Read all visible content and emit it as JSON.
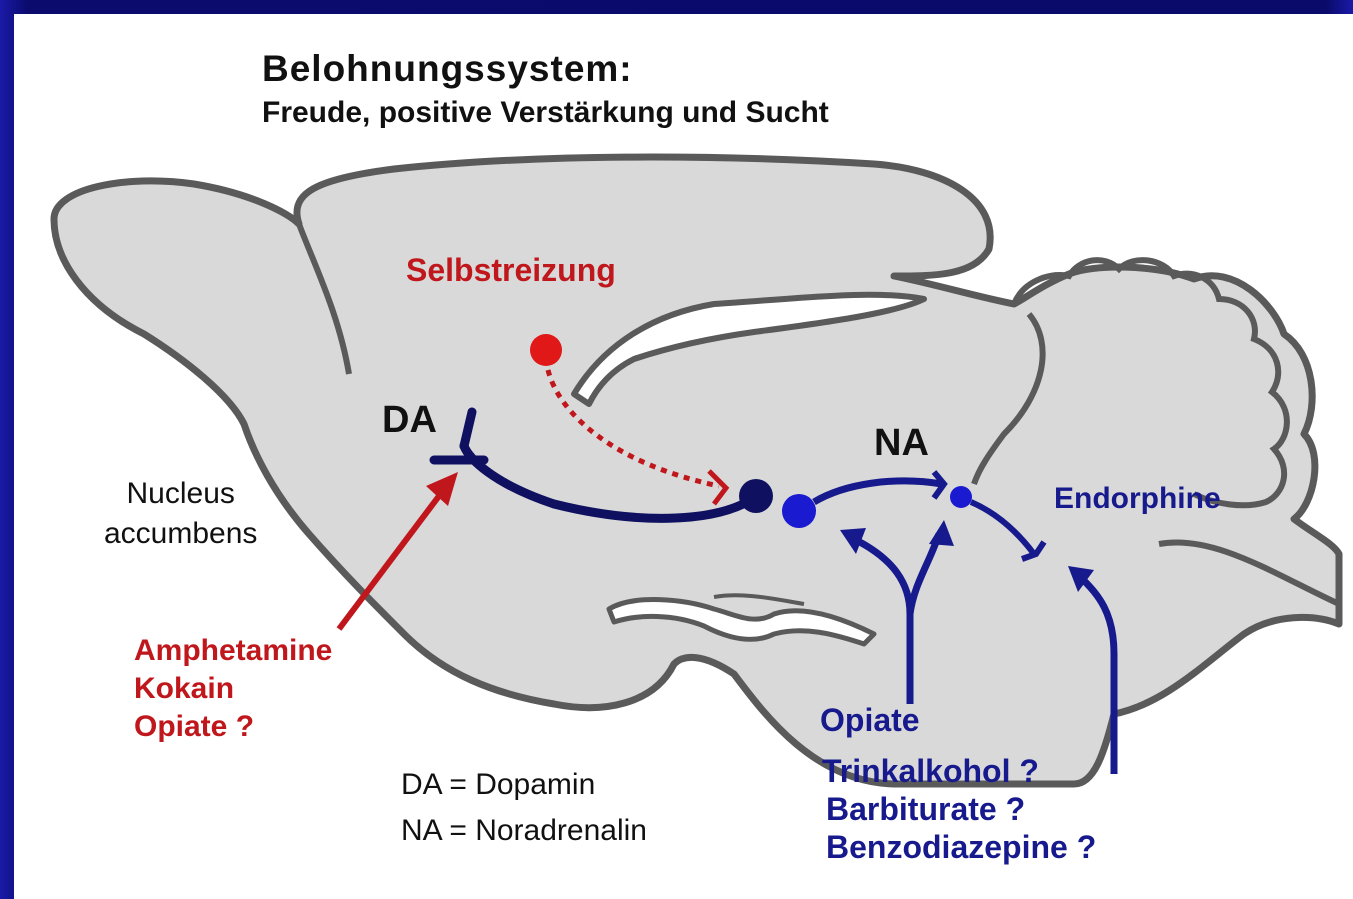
{
  "title": "Belohnungssystem:",
  "subtitle": "Freude, positive Verstärkung und Sucht",
  "labels": {
    "self_stimulation": "Selbstreizung",
    "da": "DA",
    "na": "NA",
    "endorphine": "Endorphine",
    "nucleus_line1": "Nucleus",
    "nucleus_line2": "accumbens"
  },
  "red_substances": [
    "Amphetamine",
    "Kokain",
    "Opiate ?"
  ],
  "legend": [
    "DA = Dopamin",
    "NA = Noradrenalin"
  ],
  "navy_substances": {
    "opiate": "Opiate",
    "others": [
      "Trinkalkohol ?",
      "Barbiturate ?",
      "Benzodiazepine ?"
    ]
  },
  "colors": {
    "background_frame": "#0a0a6a",
    "brain_fill": "#d9d9d9",
    "brain_outline": "#5a5a5a",
    "red": "#c0171c",
    "navy": "#171a8c",
    "dark_navy": "#0f1160",
    "blue": "#1a1ad0"
  }
}
